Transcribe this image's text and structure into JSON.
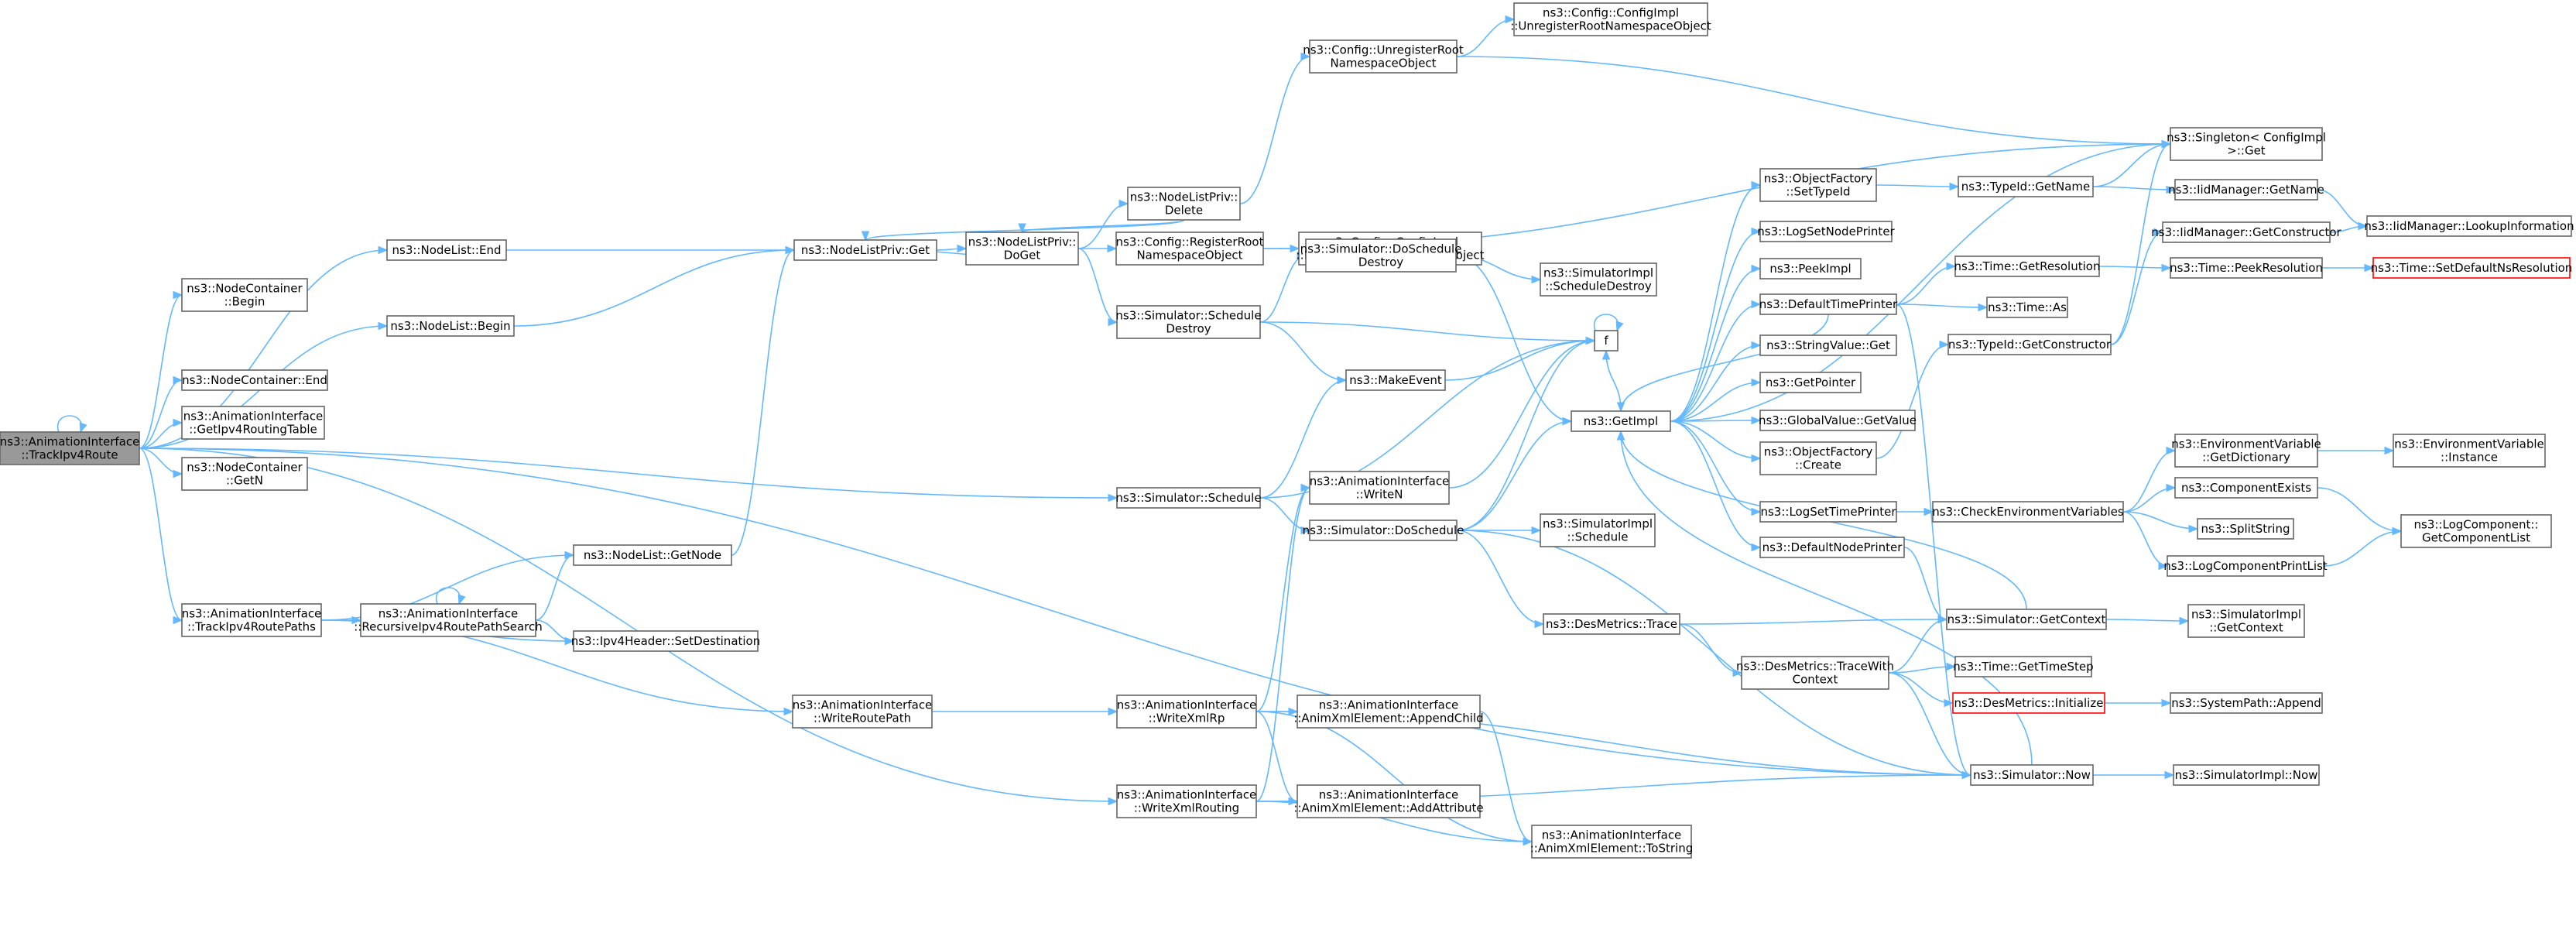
{
  "nodes": [
    {
      "id": "root",
      "lines": [
        "ns3::AnimationInterface",
        "::TrackIpv4Route"
      ],
      "style": "root"
    },
    {
      "id": "nodelist_end",
      "lines": [
        "ns3::NodeList::End"
      ]
    },
    {
      "id": "nc_begin",
      "lines": [
        "ns3::NodeContainer",
        "::Begin"
      ]
    },
    {
      "id": "nodelist_begin",
      "lines": [
        "ns3::NodeList::Begin"
      ]
    },
    {
      "id": "nc_end",
      "lines": [
        "ns3::NodeContainer::End"
      ]
    },
    {
      "id": "ai_getrt",
      "lines": [
        "ns3::AnimationInterface",
        "::GetIpv4RoutingTable"
      ]
    },
    {
      "id": "nc_getn",
      "lines": [
        "ns3::NodeContainer",
        "::GetN"
      ]
    },
    {
      "id": "ai_trackpaths",
      "lines": [
        "ns3::AnimationInterface",
        "::TrackIpv4RoutePaths"
      ]
    },
    {
      "id": "ai_recursive",
      "lines": [
        "ns3::AnimationInterface",
        "::RecursiveIpv4RoutePathSearch"
      ]
    },
    {
      "id": "nodelist_getnode",
      "lines": [
        "ns3::NodeList::GetNode"
      ]
    },
    {
      "id": "ipv4_setdest",
      "lines": [
        "ns3::Ipv4Header::SetDestination"
      ]
    },
    {
      "id": "nlp_get",
      "lines": [
        "ns3::NodeListPriv::Get"
      ]
    },
    {
      "id": "ai_writeroutepath",
      "lines": [
        "ns3::AnimationInterface",
        "::WriteRoutePath"
      ]
    },
    {
      "id": "nlp_doget",
      "lines": [
        "ns3::NodeListPriv::",
        "DoGet"
      ]
    },
    {
      "id": "nlp_delete",
      "lines": [
        "ns3::NodeListPriv::",
        "Delete"
      ]
    },
    {
      "id": "cfg_regroot",
      "lines": [
        "ns3::Config::RegisterRoot",
        "NamespaceObject"
      ]
    },
    {
      "id": "cfg_unregroot",
      "lines": [
        "ns3::Config::UnregisterRoot",
        "NamespaceObject"
      ]
    },
    {
      "id": "sim_schedestroy",
      "lines": [
        "ns3::Simulator::Schedule",
        "Destroy"
      ]
    },
    {
      "id": "sim_schedule",
      "lines": [
        "ns3::Simulator::Schedule"
      ]
    },
    {
      "id": "ai_writexmlrp",
      "lines": [
        "ns3::AnimationInterface",
        "::WriteXmlRp"
      ]
    },
    {
      "id": "ai_writexmlrouting",
      "lines": [
        "ns3::AnimationInterface",
        "::WriteXmlRouting"
      ]
    },
    {
      "id": "cfgimpl_unreg",
      "lines": [
        "ns3::Config::ConfigImpl",
        "::UnregisterRootNamespaceObject"
      ]
    },
    {
      "id": "cfgimpl_reg",
      "lines": [
        "ns3::Config::ConfigImpl",
        "::RegisterRootNamespaceObject"
      ]
    },
    {
      "id": "sim_doschedestroy",
      "lines": [
        "ns3::Simulator::DoSchedule",
        "Destroy"
      ]
    },
    {
      "id": "makeevent",
      "lines": [
        "ns3::MakeEvent"
      ]
    },
    {
      "id": "ai_writen",
      "lines": [
        "ns3::AnimationInterface",
        "::WriteN"
      ]
    },
    {
      "id": "sim_doschedule",
      "lines": [
        "ns3::Simulator::DoSchedule"
      ]
    },
    {
      "id": "ai_appendchild",
      "lines": [
        "ns3::AnimationInterface",
        "::AnimXmlElement::AppendChild"
      ]
    },
    {
      "id": "ai_addattr",
      "lines": [
        "ns3::AnimationInterface",
        "::AnimXmlElement::AddAttribute"
      ]
    },
    {
      "id": "ai_tostring",
      "lines": [
        "ns3::AnimationInterface",
        "::AnimXmlElement::ToString"
      ]
    },
    {
      "id": "simimpl_schedestroy",
      "lines": [
        "ns3::SimulatorImpl",
        "::ScheduleDestroy"
      ]
    },
    {
      "id": "f",
      "lines": [
        "f"
      ]
    },
    {
      "id": "getimpl",
      "lines": [
        "ns3::GetImpl"
      ]
    },
    {
      "id": "simimpl_schedule",
      "lines": [
        "ns3::SimulatorImpl",
        "::Schedule"
      ]
    },
    {
      "id": "desm_trace",
      "lines": [
        "ns3::DesMetrics::Trace"
      ]
    },
    {
      "id": "desm_tracewith",
      "lines": [
        "ns3::DesMetrics::TraceWith",
        "Context"
      ]
    },
    {
      "id": "of_settypeid",
      "lines": [
        "ns3::ObjectFactory",
        "::SetTypeId"
      ]
    },
    {
      "id": "logsetnodeprinter",
      "lines": [
        "ns3::LogSetNodePrinter"
      ]
    },
    {
      "id": "peekimpl",
      "lines": [
        "ns3::PeekImpl"
      ]
    },
    {
      "id": "defaulttimeprinter",
      "lines": [
        "ns3::DefaultTimePrinter"
      ]
    },
    {
      "id": "stringvalue_get",
      "lines": [
        "ns3::StringValue::Get"
      ]
    },
    {
      "id": "getpointer",
      "lines": [
        "ns3::GetPointer"
      ]
    },
    {
      "id": "globalvalue_getvalue",
      "lines": [
        "ns3::GlobalValue::GetValue"
      ]
    },
    {
      "id": "of_create",
      "lines": [
        "ns3::ObjectFactory",
        "::Create"
      ]
    },
    {
      "id": "logsettimeprinter",
      "lines": [
        "ns3::LogSetTimePrinter"
      ]
    },
    {
      "id": "defaultnodeprinter",
      "lines": [
        "ns3::DefaultNodePrinter"
      ]
    },
    {
      "id": "typeid_getname",
      "lines": [
        "ns3::TypeId::GetName"
      ]
    },
    {
      "id": "time_getresolution",
      "lines": [
        "ns3::Time::GetResolution"
      ]
    },
    {
      "id": "time_as",
      "lines": [
        "ns3::Time::As"
      ]
    },
    {
      "id": "typeid_getconstructor",
      "lines": [
        "ns3::TypeId::GetConstructor"
      ]
    },
    {
      "id": "checkenv",
      "lines": [
        "ns3::CheckEnvironmentVariables"
      ]
    },
    {
      "id": "sim_getcontext",
      "lines": [
        "ns3::Simulator::GetContext"
      ]
    },
    {
      "id": "time_gettimestep",
      "lines": [
        "ns3::Time::GetTimeStep"
      ]
    },
    {
      "id": "desm_initialize",
      "lines": [
        "ns3::DesMetrics::Initialize"
      ],
      "style": "red"
    },
    {
      "id": "sim_now",
      "lines": [
        "ns3::Simulator::Now"
      ]
    },
    {
      "id": "singleton_get",
      "lines": [
        "ns3::Singleton< ConfigImpl",
        " >::Get"
      ]
    },
    {
      "id": "iidm_getname",
      "lines": [
        "ns3::IidManager::GetName"
      ]
    },
    {
      "id": "iidm_getconstructor",
      "lines": [
        "ns3::IidManager::GetConstructor"
      ]
    },
    {
      "id": "time_peekresolution",
      "lines": [
        "ns3::Time::PeekResolution"
      ]
    },
    {
      "id": "envvar_getdict",
      "lines": [
        "ns3::EnvironmentVariable",
        "::GetDictionary"
      ]
    },
    {
      "id": "componentexists",
      "lines": [
        "ns3::ComponentExists"
      ]
    },
    {
      "id": "splitstring",
      "lines": [
        "ns3::SplitString"
      ]
    },
    {
      "id": "logcomponentprintlist",
      "lines": [
        "ns3::LogComponentPrintList"
      ]
    },
    {
      "id": "simimpl_getcontext",
      "lines": [
        "ns3::SimulatorImpl",
        "::GetContext"
      ]
    },
    {
      "id": "systempath_append",
      "lines": [
        "ns3::SystemPath::Append"
      ]
    },
    {
      "id": "simimpl_now",
      "lines": [
        "ns3::SimulatorImpl::Now"
      ]
    },
    {
      "id": "iidm_lookupinfo",
      "lines": [
        "ns3::IidManager::LookupInformation"
      ]
    },
    {
      "id": "time_setdefaultns",
      "lines": [
        "ns3::Time::SetDefaultNsResolution"
      ],
      "style": "red"
    },
    {
      "id": "envvar_instance",
      "lines": [
        "ns3::EnvironmentVariable",
        "::Instance"
      ]
    },
    {
      "id": "logcomponent_getlist",
      "lines": [
        "ns3::LogComponent::",
        "GetComponentList"
      ]
    }
  ],
  "edges": [
    [
      "root",
      "root"
    ],
    [
      "root",
      "nodelist_end"
    ],
    [
      "root",
      "nc_begin"
    ],
    [
      "root",
      "nodelist_begin"
    ],
    [
      "root",
      "nc_end"
    ],
    [
      "root",
      "ai_getrt"
    ],
    [
      "root",
      "nc_getn"
    ],
    [
      "root",
      "ai_trackpaths"
    ],
    [
      "root",
      "sim_schedule"
    ],
    [
      "root",
      "ai_writexmlrouting"
    ],
    [
      "root",
      "sim_now"
    ],
    [
      "nodelist_end",
      "nlp_get"
    ],
    [
      "nodelist_begin",
      "nlp_get"
    ],
    [
      "nlp_get",
      "nlp_doget"
    ],
    [
      "nlp_doget",
      "nlp_get"
    ],
    [
      "nlp_doget",
      "nlp_delete"
    ],
    [
      "nlp_doget",
      "cfg_regroot"
    ],
    [
      "nlp_doget",
      "sim_schedestroy"
    ],
    [
      "nlp_delete",
      "nlp_get"
    ],
    [
      "nlp_delete",
      "nlp_doget"
    ],
    [
      "nlp_delete",
      "cfg_unregroot"
    ],
    [
      "cfg_unregroot",
      "cfgimpl_unreg"
    ],
    [
      "cfg_unregroot",
      "singleton_get"
    ],
    [
      "cfg_regroot",
      "cfgimpl_reg"
    ],
    [
      "cfg_regroot",
      "singleton_get"
    ],
    [
      "sim_schedestroy",
      "sim_doschedestroy"
    ],
    [
      "sim_schedestroy",
      "makeevent"
    ],
    [
      "sim_schedestroy",
      "f"
    ],
    [
      "sim_doschedestroy",
      "simimpl_schedestroy"
    ],
    [
      "sim_doschedestroy",
      "getimpl"
    ],
    [
      "makeevent",
      "f"
    ],
    [
      "f",
      "f"
    ],
    [
      "ai_trackpaths",
      "ai_recursive"
    ],
    [
      "ai_trackpaths",
      "nodelist_getnode"
    ],
    [
      "ai_trackpaths",
      "ipv4_setdest"
    ],
    [
      "ai_trackpaths",
      "ai_writeroutepath"
    ],
    [
      "ai_recursive",
      "ai_recursive"
    ],
    [
      "ai_recursive",
      "nodelist_getnode"
    ],
    [
      "ai_recursive",
      "ipv4_setdest"
    ],
    [
      "nodelist_getnode",
      "nlp_get"
    ],
    [
      "ai_writeroutepath",
      "ai_writexmlrp"
    ],
    [
      "sim_schedule",
      "makeevent"
    ],
    [
      "sim_schedule",
      "f"
    ],
    [
      "sim_schedule",
      "sim_doschedule"
    ],
    [
      "ai_writexmlrp",
      "ai_writen"
    ],
    [
      "ai_writexmlrp",
      "ai_appendchild"
    ],
    [
      "ai_writexmlrp",
      "ai_addattr"
    ],
    [
      "ai_writexmlrp",
      "ai_tostring"
    ],
    [
      "ai_writexmlrp",
      "sim_now"
    ],
    [
      "ai_writexmlrouting",
      "ai_writen"
    ],
    [
      "ai_writexmlrouting",
      "ai_addattr"
    ],
    [
      "ai_writexmlrouting",
      "ai_tostring"
    ],
    [
      "ai_writexmlrouting",
      "sim_now"
    ],
    [
      "ai_writen",
      "f"
    ],
    [
      "ai_appendchild",
      "ai_tostring"
    ],
    [
      "sim_doschedule",
      "getimpl"
    ],
    [
      "sim_doschedule",
      "simimpl_schedule"
    ],
    [
      "sim_doschedule",
      "desm_trace"
    ],
    [
      "sim_doschedule",
      "sim_now"
    ],
    [
      "sim_doschedule",
      "f"
    ],
    [
      "desm_trace",
      "desm_tracewith"
    ],
    [
      "desm_trace",
      "sim_getcontext"
    ],
    [
      "desm_tracewith",
      "sim_getcontext"
    ],
    [
      "desm_tracewith",
      "time_gettimestep"
    ],
    [
      "desm_tracewith",
      "desm_initialize"
    ],
    [
      "desm_tracewith",
      "sim_now"
    ],
    [
      "desm_initialize",
      "systempath_append"
    ],
    [
      "getimpl",
      "singleton_get"
    ],
    [
      "getimpl",
      "of_settypeid"
    ],
    [
      "getimpl",
      "logsetnodeprinter"
    ],
    [
      "getimpl",
      "peekimpl"
    ],
    [
      "getimpl",
      "defaulttimeprinter"
    ],
    [
      "getimpl",
      "stringvalue_get"
    ],
    [
      "getimpl",
      "getpointer"
    ],
    [
      "getimpl",
      "globalvalue_getvalue"
    ],
    [
      "getimpl",
      "of_create"
    ],
    [
      "getimpl",
      "logsettimeprinter"
    ],
    [
      "getimpl",
      "defaultnodeprinter"
    ],
    [
      "getimpl",
      "f"
    ],
    [
      "of_settypeid",
      "typeid_getname"
    ],
    [
      "typeid_getname",
      "singleton_get"
    ],
    [
      "typeid_getname",
      "iidm_getname"
    ],
    [
      "iidm_getname",
      "iidm_lookupinfo"
    ],
    [
      "defaulttimeprinter",
      "time_getresolution"
    ],
    [
      "defaulttimeprinter",
      "time_as"
    ],
    [
      "defaulttimeprinter",
      "sim_now"
    ],
    [
      "defaulttimeprinter",
      "getimpl"
    ],
    [
      "time_getresolution",
      "time_peekresolution"
    ],
    [
      "time_peekresolution",
      "time_setdefaultns"
    ],
    [
      "of_create",
      "typeid_getconstructor"
    ],
    [
      "typeid_getconstructor",
      "iidm_getconstructor"
    ],
    [
      "typeid_getconstructor",
      "singleton_get"
    ],
    [
      "iidm_getconstructor",
      "iidm_lookupinfo"
    ],
    [
      "logsettimeprinter",
      "checkenv"
    ],
    [
      "checkenv",
      "envvar_getdict"
    ],
    [
      "checkenv",
      "componentexists"
    ],
    [
      "checkenv",
      "splitstring"
    ],
    [
      "checkenv",
      "logcomponentprintlist"
    ],
    [
      "envvar_getdict",
      "envvar_instance"
    ],
    [
      "componentexists",
      "logcomponent_getlist"
    ],
    [
      "logcomponentprintlist",
      "logcomponent_getlist"
    ],
    [
      "defaultnodeprinter",
      "sim_getcontext"
    ],
    [
      "sim_getcontext",
      "simimpl_getcontext"
    ],
    [
      "sim_getcontext",
      "getimpl"
    ],
    [
      "sim_now",
      "simimpl_now"
    ],
    [
      "sim_now",
      "getimpl"
    ]
  ],
  "colors": {
    "edge": "#63b8ff",
    "border": "#666666",
    "root_fill": "#999999",
    "error_border": "#ff0000"
  }
}
